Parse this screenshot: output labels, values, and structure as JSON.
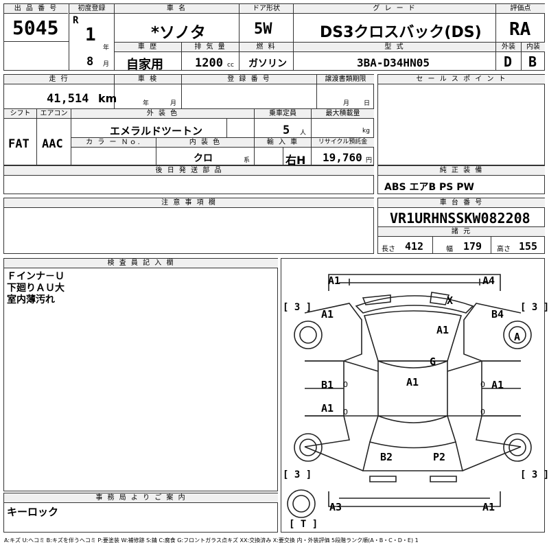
{
  "header": {
    "lot_label": "出 品 番 号",
    "lot_no": "5045",
    "first_reg_label": "初度登録",
    "era": "R",
    "year": "1",
    "year_unit": "年",
    "month": "8",
    "month_unit": "月",
    "car_name_label": "車 名",
    "car_name": "*ソノタ",
    "door_label": "ドア形状",
    "door": "5W",
    "grade_label": "グ レ ー ド",
    "grade": "DS3クロスバック(DS)",
    "score_label": "評価点",
    "score": "RA",
    "history_label": "車 歴",
    "history": "自家用",
    "displacement_label": "排 気 量",
    "displacement": "1200",
    "cc": "cc",
    "fuel_label": "燃 料",
    "fuel": "ガソリン",
    "model_label": "型 式",
    "model": "3BA-D34HN05",
    "exterior_label": "外装",
    "exterior": "D",
    "interior_label": "内装",
    "interior": "B"
  },
  "row2": {
    "mileage_label": "走 行",
    "mileage": "41,514",
    "km": "km",
    "inspection_label": "車 検",
    "insp_year": "年",
    "insp_month": "月",
    "reg_label": "登 録 番 号",
    "doc_label": "譲渡書類期限",
    "doc_month": "月",
    "doc_day": "日",
    "sales_label": "セ ー ル ス ポ イ ン ト",
    "shift_label": "シフト",
    "shift": "FAT",
    "ac_label": "エアコン",
    "ac": "AAC",
    "color_label": "外 装 色",
    "color": "エメラルドツートン",
    "capacity_label": "乗車定員",
    "capacity": "5",
    "person": "人",
    "load_label": "最大積載量",
    "kg": "kg",
    "color_no_label": "カ ラ ー Ｎｏ.",
    "int_color_label": "内 装 色",
    "int_color": "クロ",
    "kei": "系",
    "import_label": "輸 入 車",
    "handle": "右H",
    "recycle_label": "リサイクル預託金",
    "recycle": "19,760",
    "yen": "円"
  },
  "sections": {
    "later_parts": "後 日 発 送 部 品",
    "genuine_label": "純 正 装 備",
    "genuine": "ABS エアB PS PW",
    "caution": "注 意 事 項 欄",
    "chassis_label": "車 台 番 号",
    "chassis": "VR1URHNSSKW082208",
    "spec_label": "諸 元",
    "length_label": "長さ",
    "length": "412",
    "width_label": "幅",
    "width": "179",
    "height_label": "高さ",
    "height": "155",
    "inspector_label": "検 査 員 記 入 欄",
    "inspector_lines": [
      "Ｆインナ－Ｕ",
      "下廻りＡＵ大",
      "室内薄汚れ"
    ],
    "office_label": "事 務 局 よ り ご 案 内",
    "office_note": "キーロック"
  },
  "diagram": {
    "tl": "A1",
    "tr": "A4",
    "x": "X",
    "fl_fender": "A1",
    "fr_fender": "B4",
    "hood": "A1",
    "fr_tire": "A",
    "roof": "G",
    "seat": "A1",
    "l_door": "B1",
    "r_door": "A1",
    "l_rear": "A1",
    "b2": "B2",
    "p2": "P2",
    "bl": "A3",
    "br": "A1",
    "tire_lf": "[ 3 ]",
    "tire_rf": "[ 3 ]",
    "tire_lr": "[ 3 ]",
    "tire_rr": "[ 3 ]",
    "spare": "[ T ]",
    "zero": "0"
  },
  "legend": "A:キズ U:ヘコミ B:キズを伴うヘコミ P:要塗装 W:補修跡 S:錆 C:腐食 G:フロントガラス点キズ XX:交換済み X:要交換 内・外装評価 5段階ランク順(A・B・C・D・E) 1"
}
